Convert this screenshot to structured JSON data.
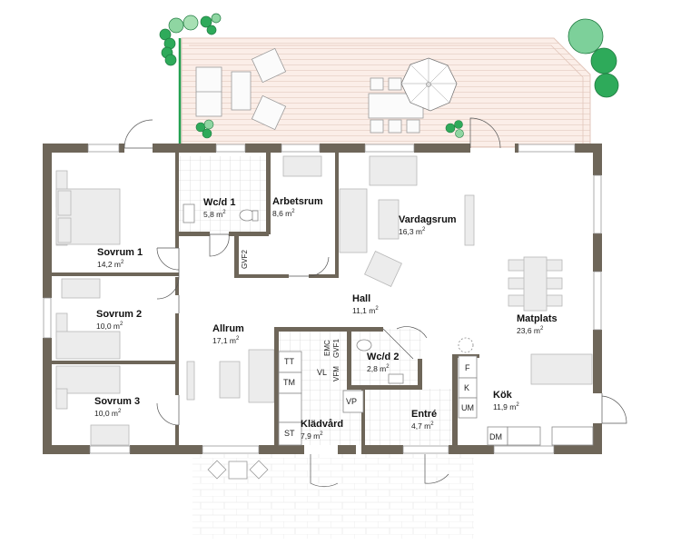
{
  "colors": {
    "wall": "#6e6659",
    "terrace": "#fbeee8",
    "terrace_lines": "#e7cfc6",
    "tile": "#cfcfcf",
    "furniture_fill": "#ececec",
    "furniture_stroke": "#b8b8b8",
    "plant_dark": "#2eaa5a",
    "plant_light": "#8fd6a2"
  },
  "rooms": [
    {
      "id": "sovrum1",
      "name": "Sovrum 1",
      "area": "14,2 m",
      "unit_sup": "2"
    },
    {
      "id": "sovrum2",
      "name": "Sovrum 2",
      "area": "10,0 m",
      "unit_sup": "2"
    },
    {
      "id": "sovrum3",
      "name": "Sovrum 3",
      "area": "10,0 m",
      "unit_sup": "2"
    },
    {
      "id": "wcd1",
      "name": "Wc/d 1",
      "area": "5,8 m",
      "unit_sup": "2"
    },
    {
      "id": "arbetsrum",
      "name": "Arbetsrum",
      "area": "8,6 m",
      "unit_sup": "2"
    },
    {
      "id": "vardagsrum",
      "name": "Vardagsrum",
      "area": "16,3 m",
      "unit_sup": "2"
    },
    {
      "id": "hall",
      "name": "Hall",
      "area": "11,1 m",
      "unit_sup": "2"
    },
    {
      "id": "allrum",
      "name": "Allrum",
      "area": "17,1 m",
      "unit_sup": "2"
    },
    {
      "id": "matplats",
      "name": "Matplats",
      "area": "23,6 m",
      "unit_sup": "2"
    },
    {
      "id": "wcd2",
      "name": "Wc/d 2",
      "area": "2,8 m",
      "unit_sup": "2"
    },
    {
      "id": "kladvard",
      "name": "Klädvård",
      "area": "7,9 m",
      "unit_sup": "2"
    },
    {
      "id": "entre",
      "name": "Entré",
      "area": "4,7 m",
      "unit_sup": "2"
    },
    {
      "id": "kok",
      "name": "Kök",
      "area": "11,9 m",
      "unit_sup": "2"
    }
  ],
  "fixtures": {
    "tt": "TT",
    "tm": "TM",
    "st": "ST",
    "vp": "VP",
    "vl": "VL",
    "f": "F",
    "k": "K",
    "um": "UM",
    "dm": "DM",
    "gvf2": "GVF2",
    "emc": "EMC",
    "gvf1": "GVF1",
    "vfm": "VFM"
  }
}
